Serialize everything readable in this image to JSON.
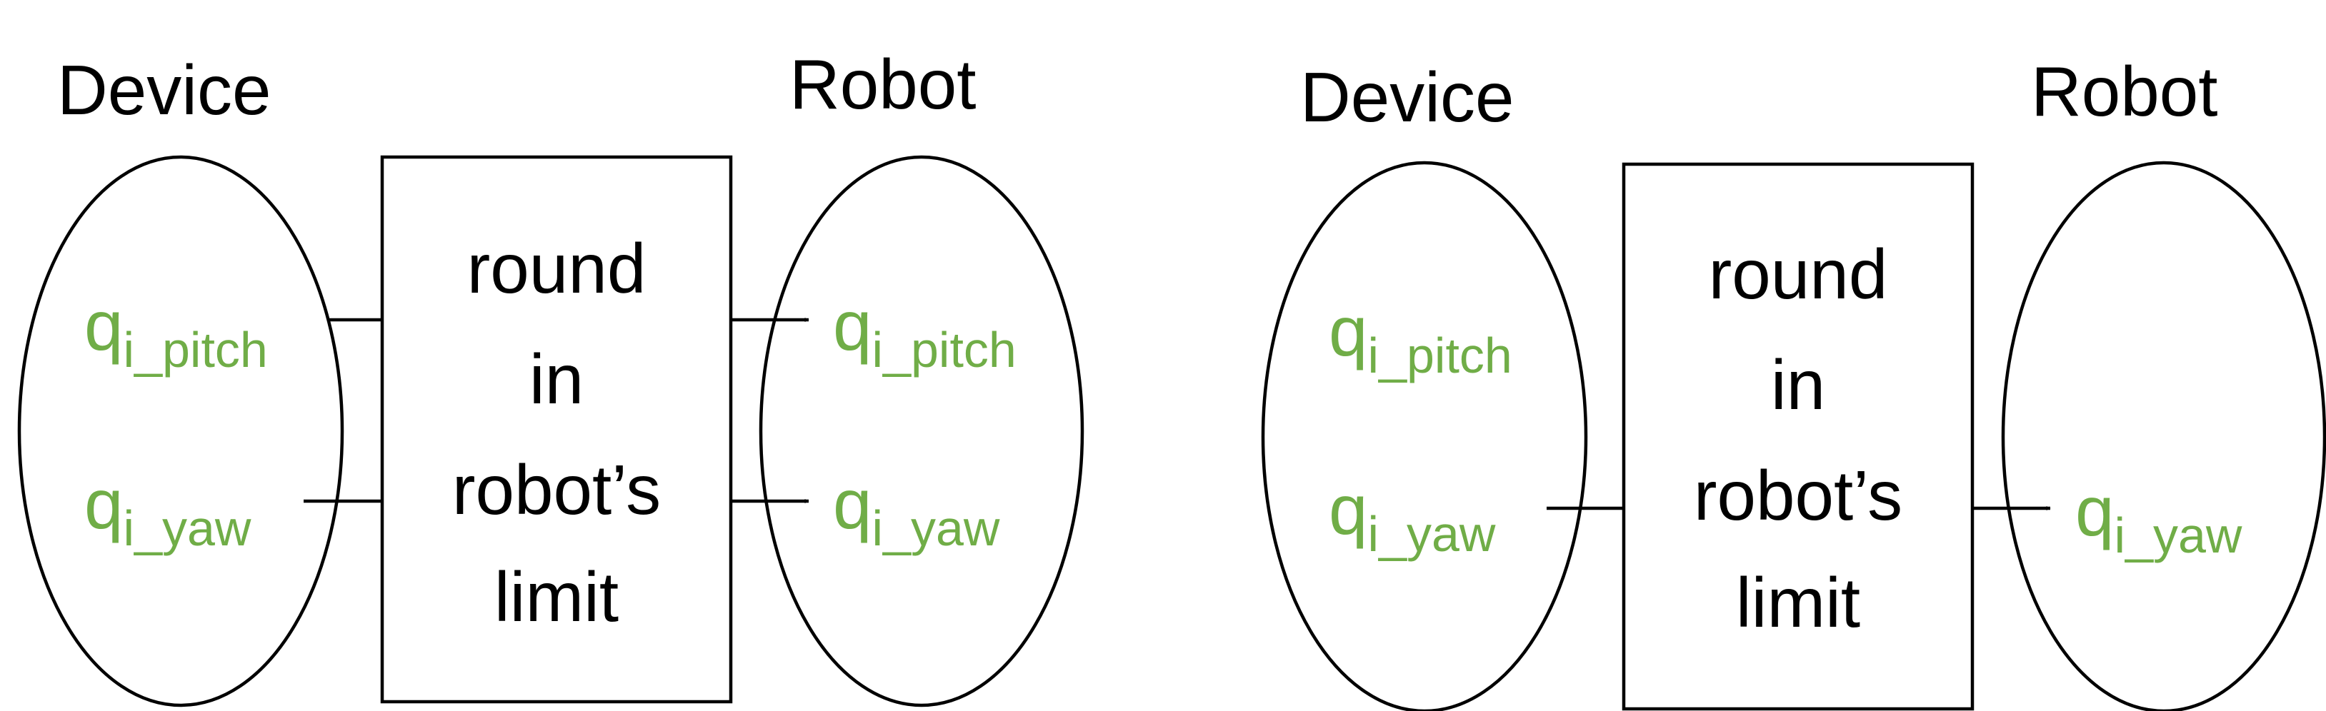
{
  "colors": {
    "variable": "#70AD47",
    "stroke": "#000000",
    "background": "#FFFFFF"
  },
  "left_panel": {
    "device_label": "Device",
    "robot_label": "Robot",
    "device_vars": [
      {
        "base": "q",
        "sub": "i_pitch"
      },
      {
        "base": "q",
        "sub": "i_yaw"
      }
    ],
    "robot_vars": [
      {
        "base": "q",
        "sub": "i_pitch"
      },
      {
        "base": "q",
        "sub": "i_yaw"
      }
    ],
    "box_lines": [
      "round",
      "in",
      "robot’s",
      "limit"
    ]
  },
  "right_panel": {
    "device_label": "Device",
    "robot_label": "Robot",
    "device_vars": [
      {
        "base": "q",
        "sub": "i_pitch"
      },
      {
        "base": "q",
        "sub": "i_yaw"
      }
    ],
    "robot_vars": [
      {
        "base": "q",
        "sub": "i_yaw"
      }
    ],
    "box_lines": [
      "round",
      "in",
      "robot’s",
      "limit"
    ]
  }
}
